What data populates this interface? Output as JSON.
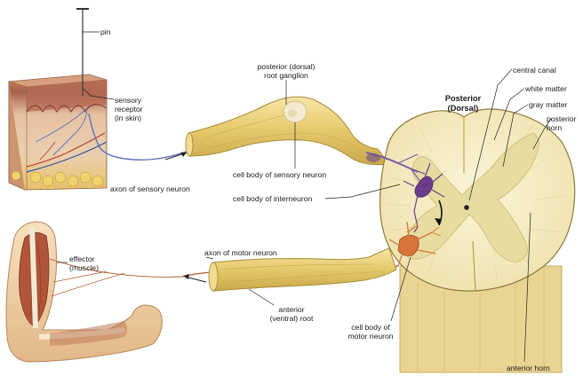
{
  "labels": {
    "pin": "pin",
    "sensory_receptor": [
      "sensory",
      "receptor",
      "(in skin)"
    ],
    "posterior_root_ganglion": [
      "posterior (dorsal)",
      "root ganglion"
    ],
    "posterior_dorsal": [
      "Posterior",
      "(Dorsal)"
    ],
    "central_canal": "central canal",
    "white_matter": "white matter",
    "gray_matter": "gray matter",
    "posterior_horn": [
      "posterior",
      "horn"
    ],
    "axon_sensory": "axon of sensory neuron",
    "cell_body_sensory": "cell body of sensory neuron",
    "cell_body_interneuron": "cell body of interneuron",
    "effector": [
      "effector",
      "(muscle)"
    ],
    "axon_motor": "axon of motor neuron",
    "anterior_root": [
      "anterior",
      "(ventral) root"
    ],
    "cell_body_motor": [
      "cell body of",
      "motor neuron"
    ],
    "anterior_horn": "anterior horn"
  },
  "colors": {
    "nerve": "#e8cf74",
    "nerve_dark": "#b89a3a",
    "white_matter": "#f4ecc4",
    "gray_matter": "#e7dca0",
    "cord_outline": "#8a7a3a",
    "sensory_neuron": "#7b5ba6",
    "motor_neuron": "#d9743c",
    "skin_surface": "#b36a4a",
    "dermis": "#e9c6a7",
    "fat": "#efd37a",
    "muscle": "#b0553a",
    "arm_skin": "#f2d3a8"
  }
}
